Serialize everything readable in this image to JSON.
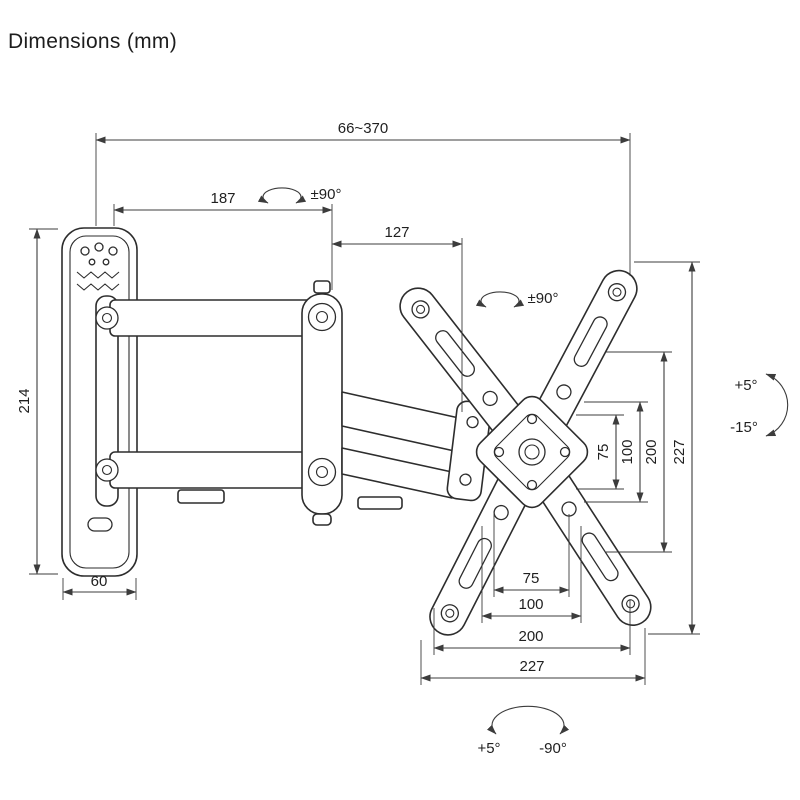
{
  "title": "Dimensions (mm)",
  "line_color": "#2d2d2d",
  "dimensions": {
    "extension_range": "66~370",
    "arm_length_1": "187",
    "arm_length_2": "127",
    "swivel_arm_1": "±90°",
    "swivel_arm_2": "±90°",
    "wall_plate_height": "214",
    "wall_plate_width": "60",
    "vesa_vertical_75": "75",
    "vesa_vertical_100": "100",
    "vesa_vertical_200": "200",
    "vesa_vertical_227": "227",
    "tilt_up": "+5°",
    "tilt_down": "-15°",
    "vesa_horizontal_75": "75",
    "vesa_horizontal_100": "100",
    "vesa_horizontal_200": "200",
    "vesa_horizontal_227": "227",
    "rotation_plus": "+5°",
    "rotation_minus": "-90°"
  }
}
